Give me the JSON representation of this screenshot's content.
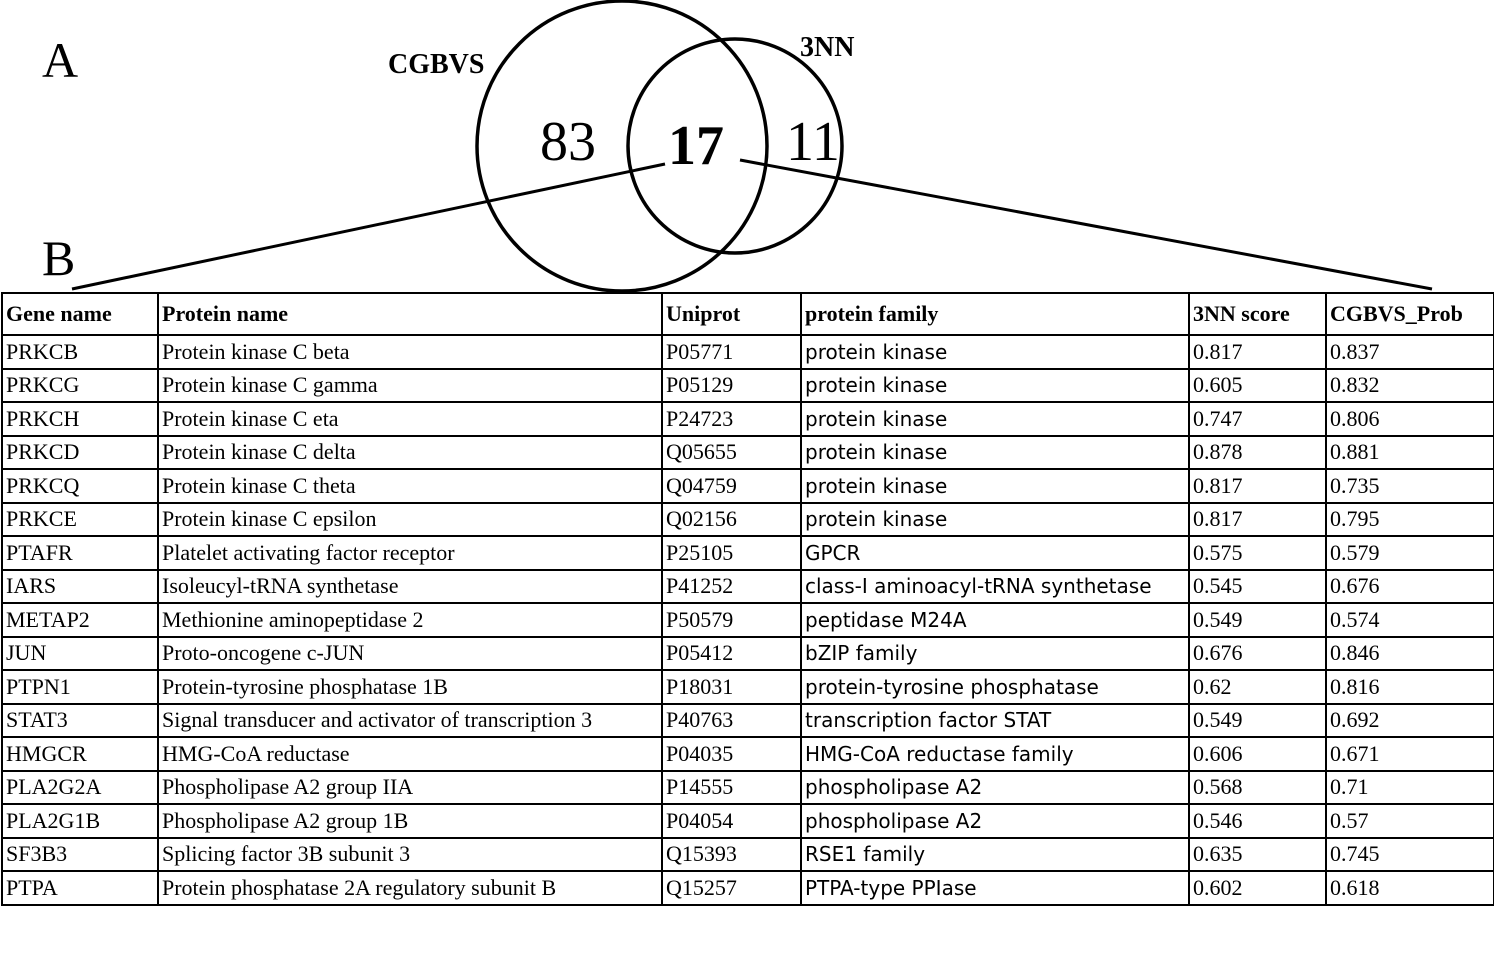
{
  "panels": {
    "a_label": "A",
    "b_label": "B"
  },
  "venn": {
    "set_left_label": "CGBVS",
    "set_right_label": "3NN",
    "only_left": "83",
    "intersection": "17",
    "only_right": "11"
  },
  "table": {
    "headers": [
      "Gene name",
      "Protein name",
      "Uniprot",
      "protein family",
      "3NN score",
      "CGBVS_Prob"
    ],
    "rows": [
      [
        "PRKCB",
        "Protein kinase C beta",
        "P05771",
        "protein kinase",
        "0.817",
        "0.837"
      ],
      [
        "PRKCG",
        "Protein kinase C gamma",
        "P05129",
        "protein kinase",
        "0.605",
        "0.832"
      ],
      [
        "PRKCH",
        "Protein kinase C eta",
        "P24723",
        "protein kinase",
        "0.747",
        "0.806"
      ],
      [
        "PRKCD",
        "Protein kinase C delta",
        "Q05655",
        "protein kinase",
        "0.878",
        "0.881"
      ],
      [
        "PRKCQ",
        "Protein kinase C theta",
        "Q04759",
        "protein kinase",
        "0.817",
        "0.735"
      ],
      [
        "PRKCE",
        "Protein kinase C epsilon",
        "Q02156",
        "protein kinase",
        "0.817",
        "0.795"
      ],
      [
        "PTAFR",
        "Platelet activating factor receptor",
        "P25105",
        "GPCR",
        "0.575",
        "0.579"
      ],
      [
        "IARS",
        "Isoleucyl-tRNA synthetase",
        "P41252",
        "class-I aminoacyl-tRNA synthetase",
        "0.545",
        "0.676"
      ],
      [
        "METAP2",
        "Methionine aminopeptidase 2",
        "P50579",
        "peptidase M24A",
        "0.549",
        "0.574"
      ],
      [
        "JUN",
        "Proto-oncogene c-JUN",
        "P05412",
        "bZIP family",
        "0.676",
        "0.846"
      ],
      [
        "PTPN1",
        "Protein-tyrosine phosphatase 1B",
        "P18031",
        "protein-tyrosine phosphatase",
        "0.62",
        "0.816"
      ],
      [
        "STAT3",
        "Signal transducer and activator of transcription 3",
        "P40763",
        "transcription factor STAT",
        "0.549",
        "0.692"
      ],
      [
        "HMGCR",
        "HMG-CoA reductase",
        "P04035",
        "HMG-CoA reductase family",
        "0.606",
        "0.671"
      ],
      [
        "PLA2G2A",
        "Phospholipase A2 group IIA",
        "P14555",
        "phospholipase A2",
        "0.568",
        "0.71"
      ],
      [
        "PLA2G1B",
        "Phospholipase A2 group 1B",
        "P04054",
        "phospholipase A2",
        "0.546",
        "0.57"
      ],
      [
        "SF3B3",
        "Splicing factor 3B subunit 3",
        "Q15393",
        "RSE1 family",
        "0.635",
        "0.745"
      ],
      [
        "PTPA",
        "Protein phosphatase 2A regulatory subunit B",
        "Q15257",
        "PTPA-type PPIase",
        "0.602",
        "0.618"
      ]
    ]
  }
}
